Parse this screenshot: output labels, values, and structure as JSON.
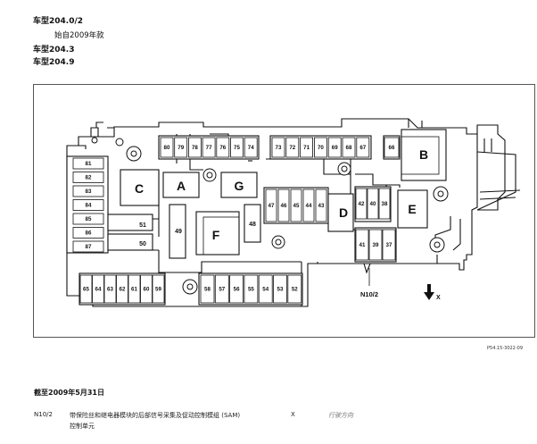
{
  "header": {
    "line1": "车型204.0/2",
    "line2": "始自2009年款",
    "line3": "车型204.3",
    "line4": "车型204.9"
  },
  "fuses": {
    "left_column": [
      "81",
      "82",
      "83",
      "84",
      "85",
      "86",
      "87"
    ],
    "top_left_row": [
      "80",
      "79",
      "78",
      "77",
      "76",
      "75",
      "74"
    ],
    "top_right_row": [
      "73",
      "72",
      "71",
      "70",
      "69",
      "68",
      "67"
    ],
    "top_far": "66",
    "middle_row": [
      "47",
      "46",
      "45",
      "44",
      "43"
    ],
    "right_upper": [
      "42",
      "40",
      "38"
    ],
    "right_lower": [
      "41",
      "39",
      "37"
    ],
    "left_pair": [
      "51",
      "50"
    ],
    "singles": [
      "49",
      "48"
    ],
    "bottom_left_row": [
      "65",
      "64",
      "63",
      "62",
      "61",
      "60",
      "59"
    ],
    "bottom_right_row": [
      "58",
      "57",
      "56",
      "55",
      "54",
      "53",
      "52"
    ]
  },
  "relays": {
    "c": "C",
    "a": "A",
    "g": "G",
    "f": "F",
    "d": "D",
    "b": "B",
    "e": "E"
  },
  "labels": {
    "module": "N10/2",
    "direction": "X",
    "reference": "P54.15-3022-09"
  },
  "subheading": "截至2009年5月31日",
  "legend": {
    "code": "N10/2",
    "desc_line1": "带保险丝和继电器模块的后部信号采集及促动控制模组 (SAM)",
    "desc_line2": "控制单元",
    "x_code": "X",
    "x_desc": "行驶方向"
  }
}
